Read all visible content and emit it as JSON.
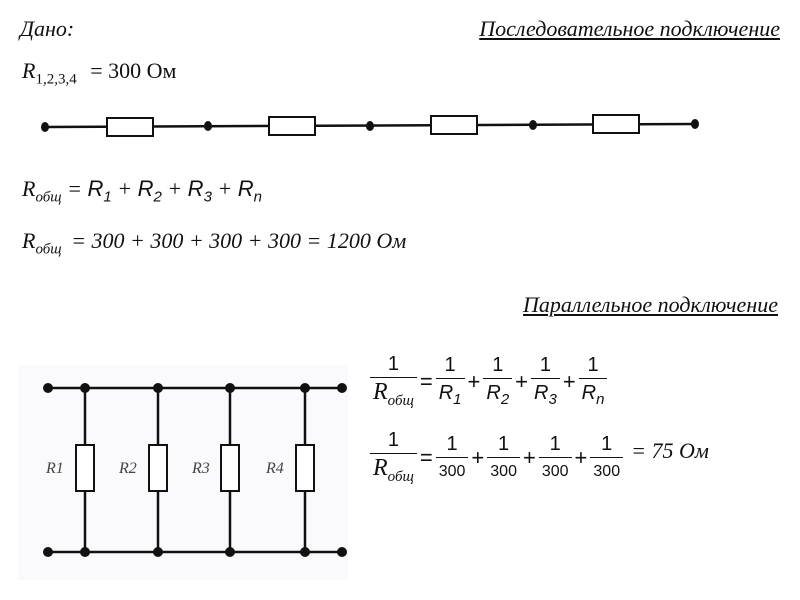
{
  "given_label": "Дано:",
  "series_title": "Последовательное подключение",
  "parallel_title": "Параллельное подключение",
  "given": {
    "symbol": "R",
    "subscript": "1,2,3,4",
    "value": "= 300 Ом"
  },
  "series_formula": {
    "lhs": "R",
    "lhs_sub": "общ",
    "eq": "=",
    "terms": [
      {
        "s": "R",
        "sub": "1"
      },
      {
        "s": "R",
        "sub": "2"
      },
      {
        "s": "R",
        "sub": "3"
      },
      {
        "s": "R",
        "sub": "n"
      }
    ],
    "plus": "+"
  },
  "series_calc": {
    "lhs": "R",
    "lhs_sub": "общ",
    "rhs": "= 300 + 300 + 300 + 300 = 1200 Ом"
  },
  "parallel_labels": [
    "R1",
    "R2",
    "R3",
    "R4"
  ],
  "parallel_formula": {
    "one": "1",
    "lhs": "R",
    "lhs_sub": "общ",
    "eq": "=",
    "plus": "+",
    "denoms": [
      {
        "s": "R",
        "sub": "1"
      },
      {
        "s": "R",
        "sub": "2"
      },
      {
        "s": "R",
        "sub": "3"
      },
      {
        "s": "R",
        "sub": "n"
      }
    ]
  },
  "parallel_calc": {
    "one": "1",
    "lhs": "R",
    "lhs_sub": "общ",
    "eq": "=",
    "plus": "+",
    "denoms": [
      "300",
      "300",
      "300",
      "300"
    ],
    "result": "= 75 Ом"
  }
}
